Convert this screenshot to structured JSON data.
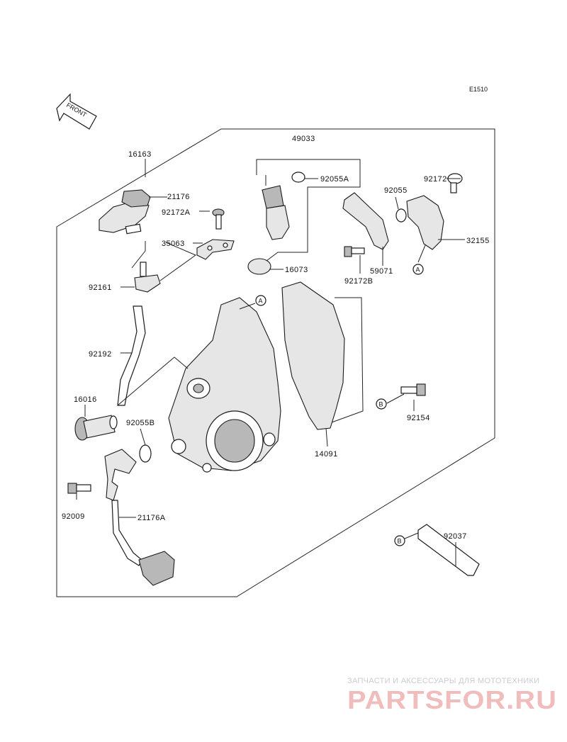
{
  "diagram_code": "E1510",
  "front_label": "FRONT",
  "colors": {
    "line": "#222222",
    "watermark_text": "#cccccc",
    "watermark_logo": "#f0bcbc"
  },
  "parts": {
    "p16163": "16163",
    "p21176": "21176",
    "p92172A": "92172A",
    "p35063": "35063",
    "p92161": "92161",
    "p92192": "92192",
    "p16016": "16016",
    "p92055B": "92055B",
    "p92009": "92009",
    "p21176A": "21176A",
    "p49033": "49033",
    "p92055A": "92055A",
    "p16073": "16073",
    "p92172": "92172",
    "p92055": "92055",
    "p32155": "32155",
    "p92172B": "92172B",
    "p59071": "59071",
    "p14091": "14091",
    "p92154": "92154",
    "p92037": "92037"
  },
  "ref_markers": {
    "a": "A",
    "b": "B"
  },
  "watermark": {
    "tagline": "ЗАПЧАСТИ И АКСЕССУАРЫ ДЛЯ МОТОТЕХНИКИ",
    "logo": "PARTSFOR.RU"
  }
}
